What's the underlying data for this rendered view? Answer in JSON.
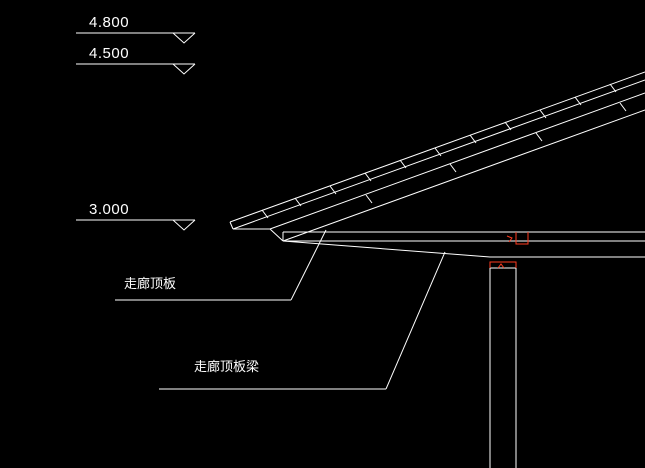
{
  "elevations": {
    "e1": "4.800",
    "e2": "4.500",
    "e3": "3.000"
  },
  "labels": {
    "slab": "走廊顶板",
    "beam": "走廊顶板梁"
  },
  "colors": {
    "background": "#000000",
    "linework": "#ffffff",
    "detail": "#ff3b1f"
  }
}
